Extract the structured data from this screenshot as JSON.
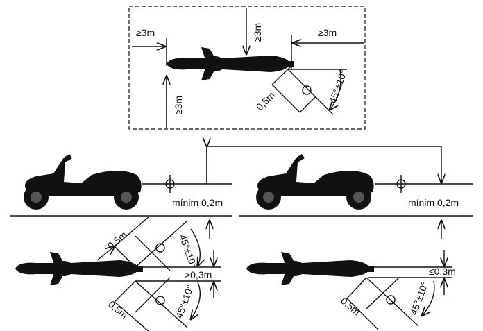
{
  "top_view": {
    "left_clearance": "≥3m",
    "front_clearance": "≥3m",
    "rear_clearance": "≥3m",
    "side_clearance": "≥3m",
    "mic_distance": "0,5m",
    "mic_angle": "45°±10°"
  },
  "side_view_left": {
    "mic_height": "mínim 0,2m"
  },
  "side_view_right": {
    "mic_height": "mínim 0,2m"
  },
  "bottom_left": {
    "mic_distance_top": "0,5m",
    "mic_angle_top": "45°±10°",
    "exhaust_spacing": ">0,3m",
    "mic_distance_bottom": "0,5m",
    "mic_angle_bottom": "45°±10°"
  },
  "bottom_right": {
    "exhaust_spacing": "≤0,3m",
    "mic_distance": "0,5m",
    "mic_angle": "45°±10°"
  }
}
